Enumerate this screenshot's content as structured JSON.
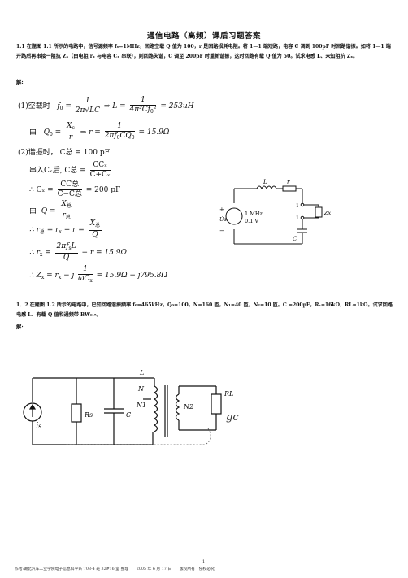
{
  "doc": {
    "title": "通信电路（高频）课后习题答案",
    "problem1": {
      "text": "1.1 在题图 1.1 所示的电路中，信号源频率 f₀=1MHz，回路空载 Q 值为 100，r 是回路损耗电阻。将 1—1 端短路，电容 C 调到 100pF 时回路谐振。如将 1—1 端开路后再串接一阻抗 Zₓ（由电阻 rₓ 与电容 Cₓ 串联），则回路失谐，C 调至 200pF 时重新谐振，这时回路有载 Q 值为 50。试求电感 L、未知阻抗 Zₓ。",
      "answer_label": "解:",
      "step1_head": "(1)空载时",
      "step1_result": "= 253uH",
      "step2_head": "由",
      "step2_result": "= 15.9Ω",
      "step3_head": "(2)谐振时，",
      "step3_val": "C总 = 100 pF",
      "step4_head": "串入Cₓ后, C总 =",
      "step5_result": "= 200 pF",
      "step6_head": "由",
      "step9_result": "= 15.9Ω − j795.8Ω"
    },
    "circuit1": {
      "L": "L",
      "r": "r",
      "port1": "1",
      "port1b": "1",
      "Zx": "Zx",
      "C": "C",
      "source": "U̇s",
      "freq": "1 MHz",
      "volt": "0.1 V",
      "plus": "+",
      "minus": "−"
    },
    "problem2": {
      "text": "1．2 在题图 1.2 所示的电路中，已知回路谐振频率 f₀=465kHz，Q₀=100，N=160 匝，N₁=40 匝，N₂=10 匝。C =200pF，Rₛ=16kΩ，RL=1kΩ。试求回路电感 L、有载 Q 值和通频带 BW₀.₇。",
      "answer_label": "解:"
    },
    "circuit2": {
      "Is": "İs",
      "Rs": "Rs",
      "C": "C",
      "L": "L",
      "N": "N",
      "N1": "N1",
      "N2": "N2",
      "RL": "RL",
      "handwriting": "gc"
    },
    "page_number": "1",
    "footer": "作者:湖北汽车工业学院电子信息科学系 T03-4 班 32#16 室 整理　　2005 年 6 月 17 日　　版权所有　侵权必究"
  }
}
